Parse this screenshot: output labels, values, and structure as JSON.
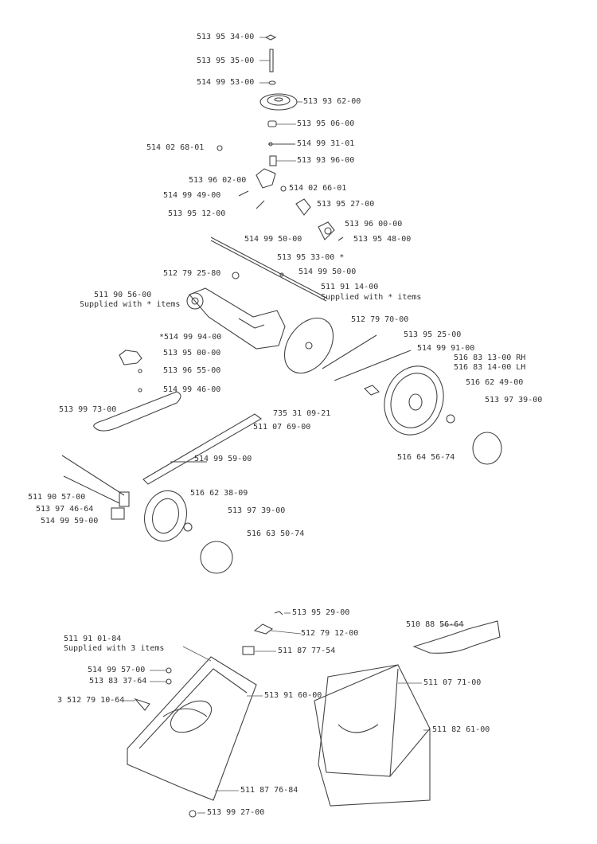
{
  "labels": {
    "p1": "513 95 34-00",
    "p2": "513 95 35-00",
    "p3": "514 99 53-00",
    "p4": "513 93 62-00",
    "p5": "513 95 06-00",
    "p6": "514 99 31-01",
    "p7": "514 02 68-01",
    "p8": "513 93 96-00",
    "p9": "513 96 02-00",
    "p10": "514 02 66-01",
    "p11": "514 99 49-00",
    "p12": "513 95 27-00",
    "p13": "513 95 12-00",
    "p14": "513 96 00-00",
    "p15": "513 95 48-00",
    "p16": "514 99 50-00",
    "p17": "513 95 33-00 *",
    "p18": "512 79 25-80",
    "p19": "514 99 50-00",
    "p20": "511 91 14-00",
    "p20s": "Supplied with * items",
    "p21": "511 90 56-00",
    "p21s": "Supplied with * items",
    "p22": "512 79 70-00",
    "p23": "*514 99 94-00",
    "p24": "513 95 25-00",
    "p25": "513 95 00-00",
    "p26": "514 99 91-00",
    "p27": "513 96 55-00",
    "p28": "516 83 13-00 RH",
    "p29": "516 83 14-00 LH",
    "p30": "514 99 46-00",
    "p31": "516 62 49-00",
    "p32": "513 99 73-00",
    "p33": "735 31 09-21",
    "p34": "513 97 39-00",
    "p35": "511 07 69-00",
    "p36": "516 64 56-74",
    "p37": "514 99 59-00",
    "p38": "511 90 57-00",
    "p39": "516 62 38-09",
    "p40": "513 97 46-64",
    "p41": "513 97 39-00",
    "p42": "514 99 59-00",
    "p43": "516 63 50-74",
    "p44": "513 95 29-00",
    "p45": "510 88 56-64",
    "p46": "511 91 01-84",
    "p46s": "Supplied with 3 items",
    "p47": "512 79 12-00",
    "p48": "511 87 77-54",
    "p49": "514 99 57-00",
    "p50": "511 07 71-00",
    "p51": "513 83 37-64",
    "p52": "513 91 60-00",
    "p53": "3 512 79 10-64",
    "p54": "511 82 61-00",
    "p55": "511 87 76-84",
    "p56": "513 99 27-00"
  }
}
